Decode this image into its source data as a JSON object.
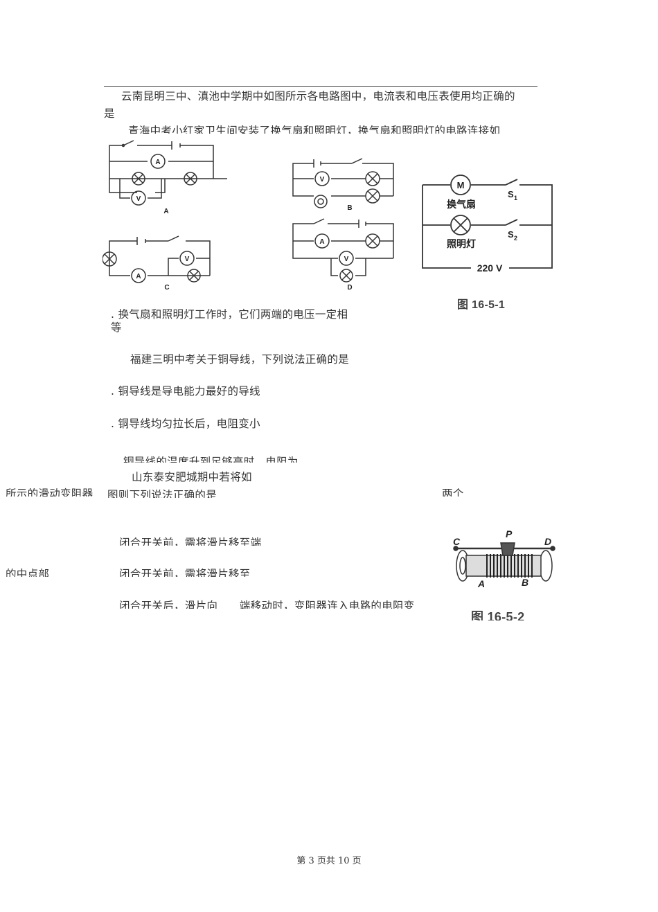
{
  "question1": {
    "line1": "云南昆明三中、滇池中学期中如图所示各电路图中，电流表和电压表使用均正确的",
    "line2": "是",
    "cut_line": "青海中考小红家卫生间安装了换气扇和照明灯，换气扇和照明灯的电路连接如"
  },
  "circuits": {
    "labelA": "A",
    "labelB": "B",
    "labelC": "C",
    "labelD": "D",
    "ammeter": "A",
    "voltmeter": "V"
  },
  "figure1": {
    "motor": "M",
    "motor_label": "换气扇",
    "lamp_label": "照明灯",
    "s1": "S",
    "s1_sub": "1",
    "s2": "S",
    "s2_sub": "2",
    "voltage": "220 V",
    "caption": "图 16-5-1"
  },
  "question2": {
    "option_line1": ". 换气扇和照明灯工作时，它们两端的电压一定相",
    "option_line2": "等"
  },
  "question3": {
    "stem": "福建三明中考关于铜导线，下列说法正确的是",
    "option_a": ". 铜导线是导电能力最好的导线",
    "option_b": ". 铜导线均匀拉长后，电阻变小",
    "option_c_cut": "铜导线的温度升到足够高时，电阻为"
  },
  "question4": {
    "stem": "山东泰安肥城期中若将如",
    "left_cut": "所示的滑动变阻器",
    "stem2_cut": "图则下列说法正确的是",
    "right_cut": "两个",
    "opt_a_cut": "闭合开关前，需将滑片移至端",
    "left2_cut": "的中点部",
    "opt_b_cut": "闭合开关前，需将滑片移至",
    "opt_c_cut": "闭合开关后，滑片向　　端移动时，变阻器连入电路的电阻变"
  },
  "figure2": {
    "C": "C",
    "P": "P",
    "D": "D",
    "A": "A",
    "B": "B",
    "caption": "图 16-5-2"
  },
  "footer": {
    "page": "第 3 页共 10 页"
  }
}
